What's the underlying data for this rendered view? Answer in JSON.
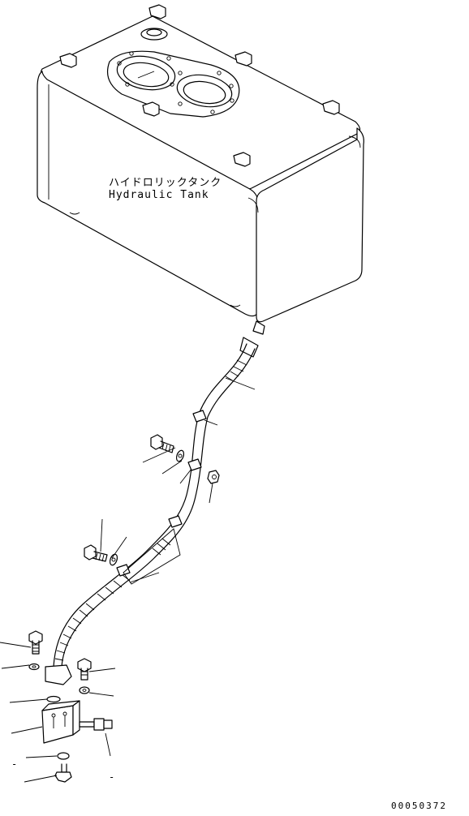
{
  "tank_label": {
    "japanese": "ハイドロリックタンク",
    "english": "Hydraulic Tank"
  },
  "drawing_number": "00050372",
  "leader_marks": [
    "-",
    "-"
  ]
}
